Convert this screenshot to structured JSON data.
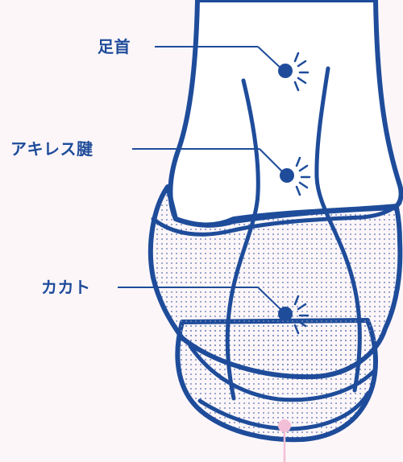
{
  "colors": {
    "background": "#fdf6f9",
    "outline": "#1e4c9a",
    "label_text": "#1e4c9a",
    "dot_fill": "#1e4c9a",
    "dots_pattern": "#6e86bc",
    "pink_marker": "#f3bfd6"
  },
  "labels": {
    "ankle": "足首",
    "achilles": "アキレス腱",
    "heel": "カカト"
  },
  "icons": {
    "pain_marker": "radiating-dot-icon",
    "pink_marker": "pink-pin-icon"
  }
}
